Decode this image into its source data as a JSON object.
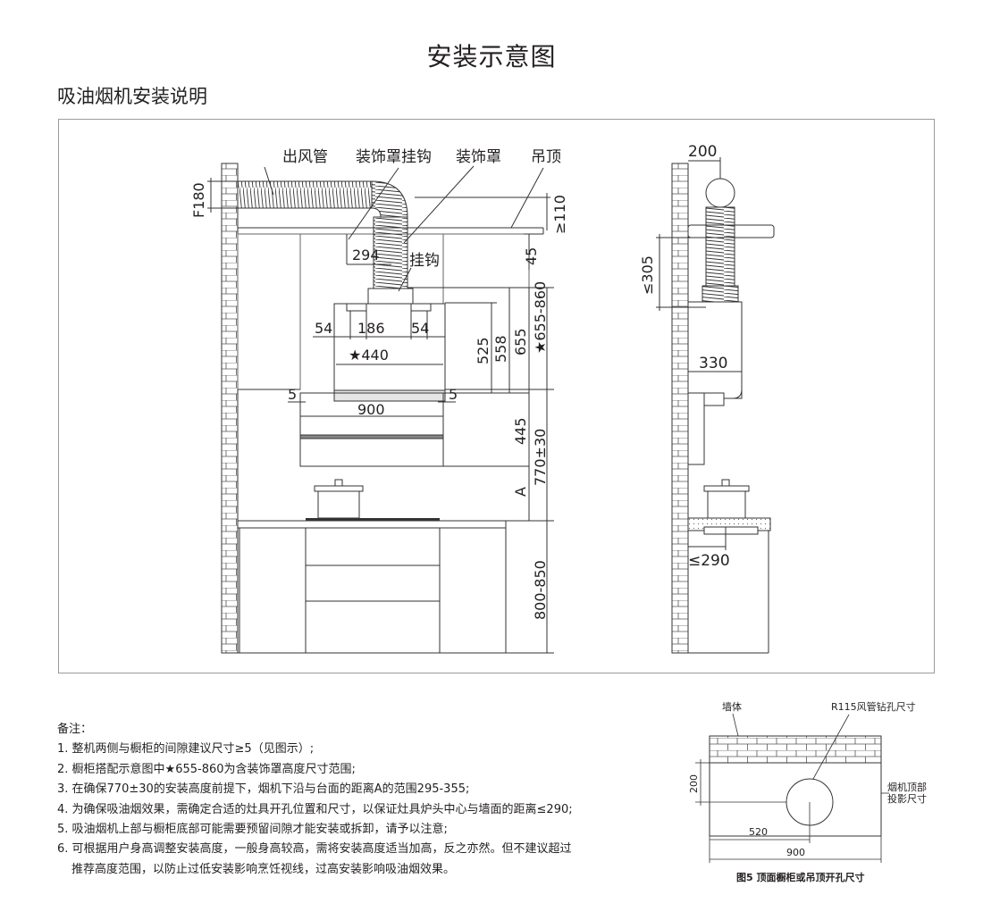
{
  "title": "安装示意图",
  "section_title": "吸油烟机安装说明",
  "front_view": {
    "labels": {
      "duct": "出风管",
      "cover_hook": "装饰罩挂钩",
      "cover": "装饰罩",
      "ceiling": "吊顶",
      "hook": "挂钩"
    },
    "dims": {
      "f180": "F180",
      "ge110": "≥110",
      "d294": "294",
      "d45": "45",
      "d54_left": "54",
      "d186": "186",
      "d54_right": "54",
      "star440": "★440",
      "d525": "525",
      "d558": "558",
      "d655": "655",
      "star655_860": "★655-860",
      "d5_left": "5",
      "d5_right": "5",
      "d900": "900",
      "d445": "445",
      "d770": "770±30",
      "a": "A",
      "d800_850": "800-850"
    }
  },
  "side_view": {
    "dims": {
      "d200": "200",
      "le305": "≤305",
      "d330": "330",
      "le290": "≤290"
    }
  },
  "notes": {
    "heading": "备注：",
    "items": [
      "1. 整机两侧与橱柜的间隙建议尺寸≥5（见图示）;",
      "2. 橱柜搭配示意图中★655-860为含装饰罩高度尺寸范围;",
      "3. 在确保770±30的安装高度前提下，烟机下沿与台面的距离A的范围295-355;",
      "4. 为确保吸油烟效果，需确定合适的灶具开孔位置和尺寸，以保证灶具炉头中心与墙面的距离≤290;",
      "5. 吸油烟机上部与橱柜底部可能需要预留间隙才能安装或拆卸，请予以注意;",
      "6. 可根据用户身高调整安装高度，一般身高较高，需将安装高度适当加高，反之亦然。但不建议超过",
      "推荐高度范围，以防止过低安装影响烹饪视线，过高安装影响吸油烟效果。"
    ]
  },
  "fig5": {
    "wall_label": "墙体",
    "hole_label": "R115风管钻孔尺寸",
    "projection_label_1": "烟机顶部",
    "projection_label_2": "投影尺寸",
    "d200": "200",
    "d520": "520",
    "d900": "900",
    "caption": "图5 顶面橱柜或吊顶开孔尺寸"
  }
}
